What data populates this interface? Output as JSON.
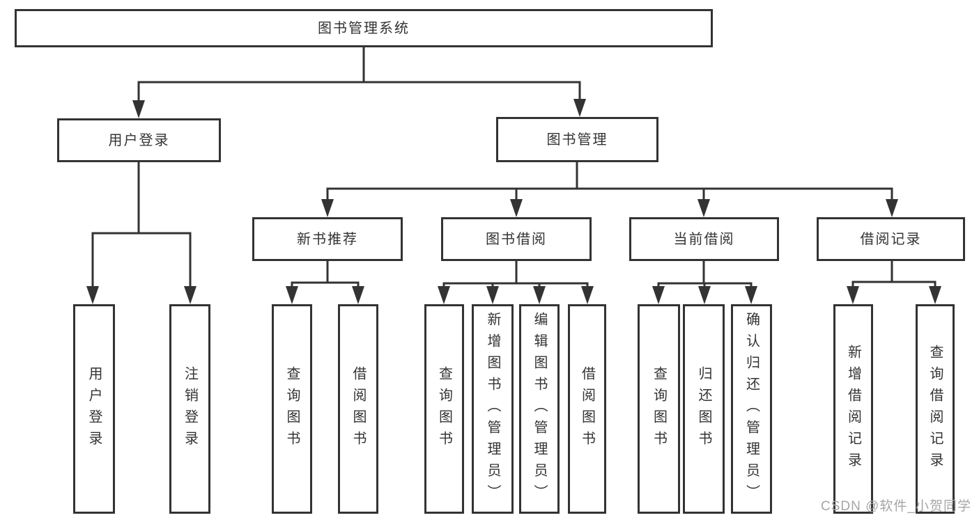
{
  "diagram": {
    "root": {
      "label": "图书管理系统"
    },
    "level2": [
      {
        "label": "用户登录"
      },
      {
        "label": "图书管理"
      }
    ],
    "level3": [
      {
        "label": "新书推荐"
      },
      {
        "label": "图书借阅"
      },
      {
        "label": "当前借阅"
      },
      {
        "label": "借阅记录"
      }
    ],
    "leaves": [
      {
        "label": "用户登录",
        "parent": "用户登录"
      },
      {
        "label": "注销登录",
        "parent": "用户登录"
      },
      {
        "label": "查询图书",
        "parent": "新书推荐"
      },
      {
        "label": "借阅图书",
        "parent": "新书推荐"
      },
      {
        "label": "查询图书",
        "parent": "图书借阅"
      },
      {
        "label": "新增图书（管理员）",
        "parent": "图书借阅"
      },
      {
        "label": "编辑图书（管理员）",
        "parent": "图书借阅"
      },
      {
        "label": "借阅图书",
        "parent": "图书借阅"
      },
      {
        "label": "查询图书",
        "parent": "当前借阅"
      },
      {
        "label": "归还图书",
        "parent": "当前借阅"
      },
      {
        "label": "确认归还（管理员）",
        "parent": "当前借阅"
      },
      {
        "label": "新增借阅记录",
        "parent": "借阅记录"
      },
      {
        "label": "查询借阅记录",
        "parent": "借阅记录"
      }
    ],
    "watermark": "CSDN @软件_小贺同学",
    "colors": {
      "line": "#333333",
      "text": "#333333",
      "box_background": "#ffffff",
      "watermark": "#a6a6a6"
    }
  }
}
